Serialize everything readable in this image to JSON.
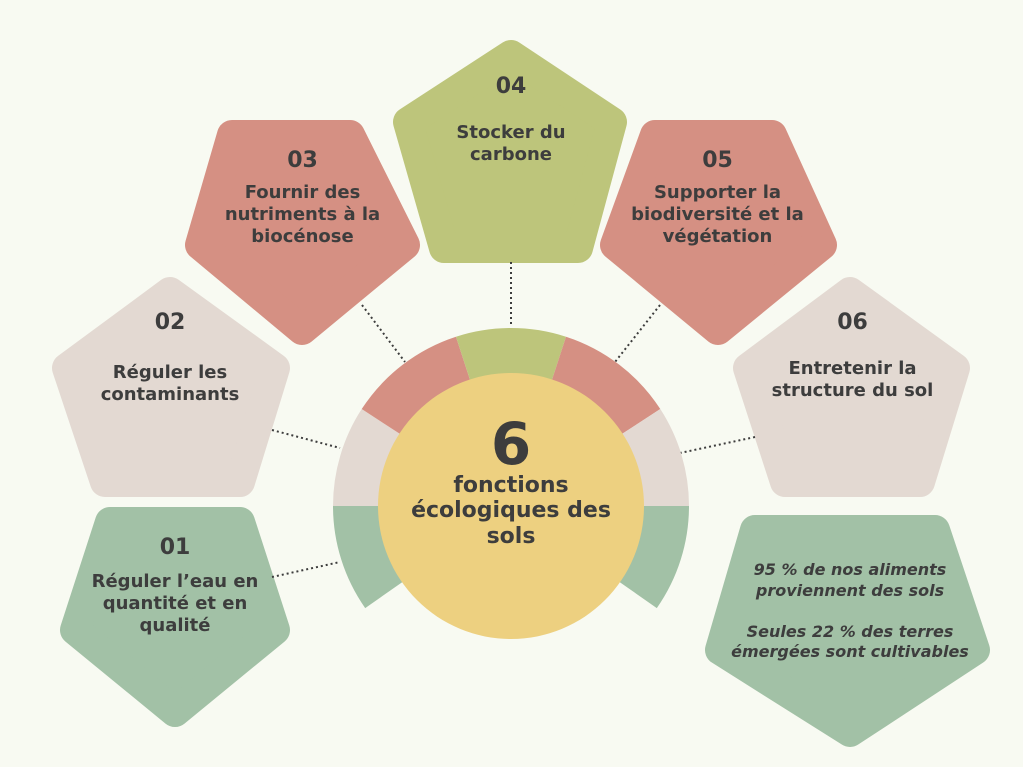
{
  "colors": {
    "background": "#f8faf2",
    "green": "#a2c1a6",
    "beige": "#e3d9d2",
    "salmon": "#d59083",
    "olive": "#bdc57b",
    "yellow": "#edd080",
    "text": "#3d3d3d"
  },
  "center": {
    "number": "6",
    "label": "fonctions écologiques des sols"
  },
  "functions": [
    {
      "number": "01",
      "label": "Réguler l’eau en quantité et en qualité"
    },
    {
      "number": "02",
      "label": "Réguler les contaminants"
    },
    {
      "number": "03",
      "label": "Fournir des nutriments à la biocénose"
    },
    {
      "number": "04",
      "label": "Stocker du carbone"
    },
    {
      "number": "05",
      "label": "Supporter la biodiversité et la végétation"
    },
    {
      "number": "06",
      "label": "Entretenir la structure du sol"
    }
  ],
  "facts": [
    "95 % de nos aliments proviennent des sols",
    "Seules 22 % des terres émergées sont cultivables"
  ]
}
